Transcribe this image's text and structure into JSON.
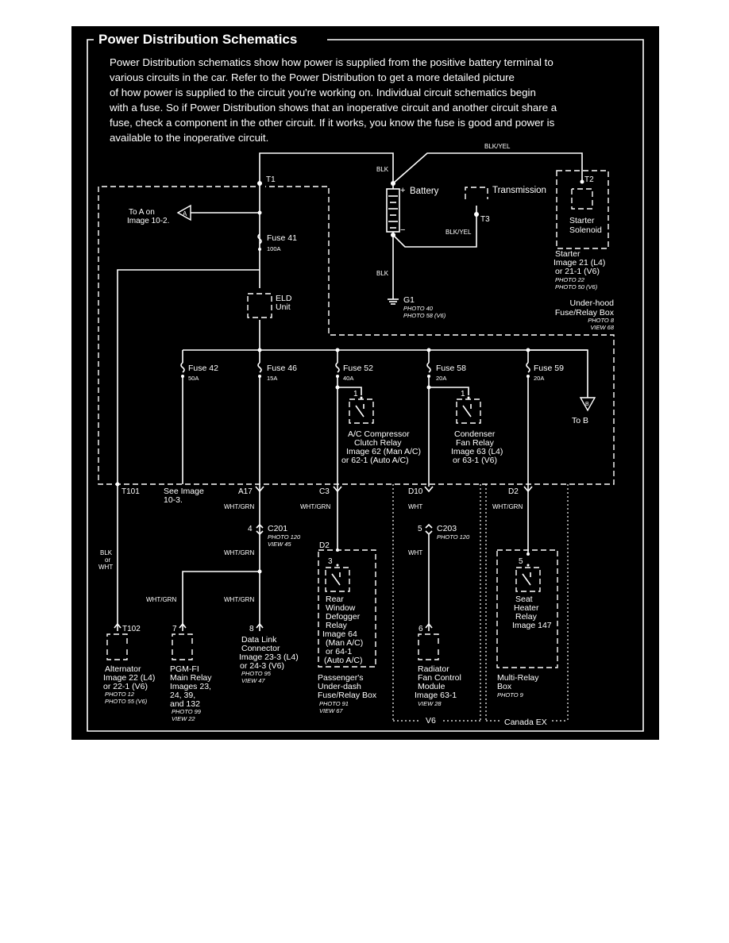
{
  "title": "Power Distribution Schematics",
  "intro": [
    "Power Distribution schematics show how power is supplied from the positive battery terminal to",
    "various circuits in the car. Refer to the Power Distribution to get a more detailed picture",
    "of how power is supplied to the circuit you're working on. Individual circuit schematics begin",
    "with a fuse. So if Power Distribution shows that an inoperative circuit and another circuit share a",
    "fuse, check a component in the other circuit. If it works, you know the fuse is good and power is",
    "available to the inoperative circuit."
  ],
  "wires": {
    "blk_yel_top": "BLK/YEL",
    "blk_top": "BLK",
    "blk_yel_t3": "BLK/YEL",
    "blk_ground": "BLK",
    "wht_grn_a17": "WHT/GRN",
    "wht_grn_c3": "WHT/GRN",
    "wht_d10": "WHT",
    "wht_grn_d2": "WHT/GRN",
    "wht_grn_mid": "WHT/GRN",
    "wht_c203": "WHT",
    "wht_grn_left": "WHT/GRN",
    "wht_grn_right": "WHT/GRN",
    "blk_or_wht": [
      "BLK",
      "or",
      "WHT"
    ]
  },
  "terminals": {
    "t1": "T1",
    "t2": "T2",
    "t3": "T3",
    "t101": "T101",
    "t102": "T102",
    "a17": "A17",
    "c3": "C3",
    "d10": "D10",
    "d2_top": "D2",
    "d2_mid": "D2",
    "pin4": "4",
    "pin7": "7",
    "pin8": "8",
    "pin3": "3",
    "pin5_c203": "5",
    "pin6": "6",
    "pin5_seat": "5",
    "pin1_ac": "1",
    "pin1_fan": "1"
  },
  "battery": "Battery",
  "transmission": "Transmission",
  "to_a": [
    "To A on",
    "Image 10-2."
  ],
  "to_a_symbol": "A",
  "to_b": "To B",
  "to_b_symbol": "B",
  "fuses": {
    "f41": {
      "name": "Fuse 41",
      "rating": "100A"
    },
    "f42": {
      "name": "Fuse 42",
      "rating": "50A"
    },
    "f46": {
      "name": "Fuse 46",
      "rating": "15A"
    },
    "f52": {
      "name": "Fuse 52",
      "rating": "40A"
    },
    "f58": {
      "name": "Fuse 58",
      "rating": "20A"
    },
    "f59": {
      "name": "Fuse 59",
      "rating": "20A"
    }
  },
  "eld": [
    "ELD",
    "Unit"
  ],
  "ground": {
    "name": "G1",
    "photo1": "PHOTO 40",
    "photo2": "PHOTO 58 (V6)"
  },
  "starter_solenoid": [
    "Starter",
    "Solenoid"
  ],
  "starter_ref": [
    "Starter",
    "Image 21 (L4)",
    "or 21-1 (V6)",
    "PHOTO 22",
    "PHOTO 50 (V6)"
  ],
  "underhood": [
    "Under-hood",
    "Fuse/Relay Box",
    "PHOTO 8",
    "VIEW 68"
  ],
  "ac_relay": [
    "A/C Compressor",
    "Clutch Relay",
    "Image 62 (Man A/C)",
    "or 62-1 (Auto A/C)"
  ],
  "fan_relay": [
    "Condenser",
    "Fan Relay",
    "Image 63 (L4)",
    "or 63-1 (V6)"
  ],
  "see_image": [
    "See Image",
    "10-3."
  ],
  "c201": {
    "name": "C201",
    "photo": "PHOTO 120",
    "view": "VIEW 45"
  },
  "c203": {
    "name": "C203",
    "photo": "PHOTO 120"
  },
  "alternator": [
    "Alternator",
    "Image 22 (L4)",
    "or 22-1 (V6)",
    "PHOTO 12",
    "PHOTO 55 (V6)"
  ],
  "pgm_fi": [
    "PGM-FI",
    "Main Relay",
    "Images 23,",
    "24, 39,",
    "and 132",
    "PHOTO 99",
    "VIEW 22"
  ],
  "dlc": [
    "Data Link",
    "Connector",
    "Image 23-3 (L4)",
    "or 24-3 (V6)",
    "PHOTO 95",
    "VIEW 47"
  ],
  "rear_defogger": [
    "Rear",
    "Window",
    "Defogger",
    "Relay",
    "Image 64",
    "(Man A/C)",
    "or 64-1",
    "(Auto A/C)"
  ],
  "passenger_box": [
    "Passenger's",
    "Under-dash",
    "Fuse/Relay Box",
    "PHOTO 91",
    "VIEW 67"
  ],
  "radiator": [
    "Radiator",
    "Fan Control",
    "Module",
    "Image 63-1",
    "VIEW 28"
  ],
  "seat_heater": [
    "Seat",
    "Heater",
    "Relay",
    "Image 147"
  ],
  "multi_relay": [
    "Multi-Relay",
    "Box",
    "PHOTO 9"
  ],
  "v6_label": "V6",
  "canada_label": "Canada EX"
}
